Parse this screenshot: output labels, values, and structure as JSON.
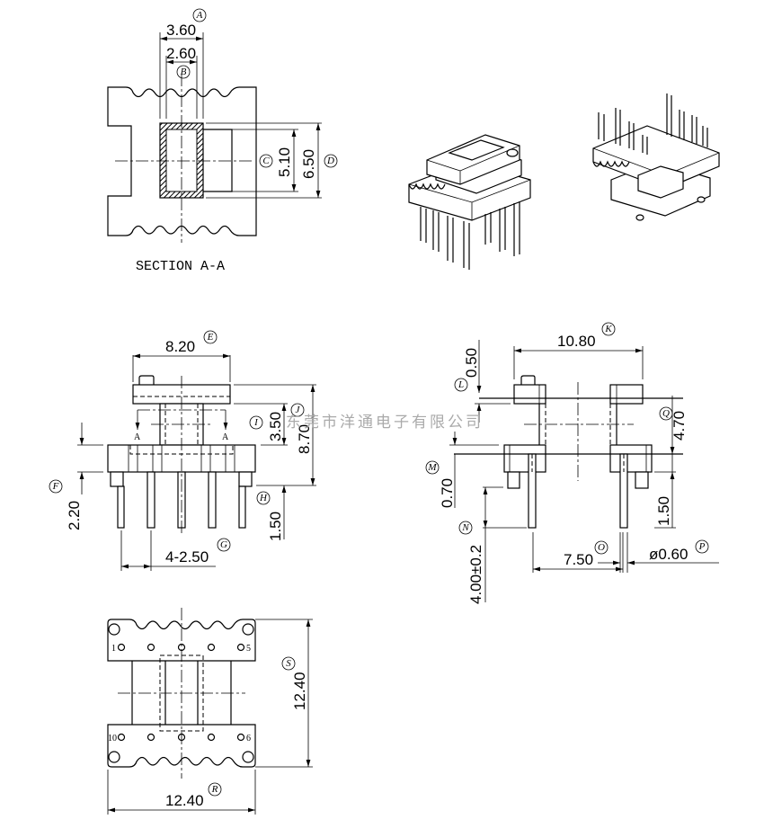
{
  "section": {
    "title": "SECTION A-A",
    "dims": {
      "A": "3.60",
      "B": "2.60",
      "C": "5.10",
      "D": "6.50"
    }
  },
  "front_view": {
    "dims": {
      "E": "8.20",
      "F": "2.20",
      "G": "4-2.50",
      "H": "1.50",
      "I": "3.50",
      "J": "8.70"
    },
    "section_marks": [
      "A",
      "A"
    ]
  },
  "side_view": {
    "dims": {
      "K": "10.80",
      "L": "0.50",
      "M": "0.70",
      "N": "4.00±0.2",
      "O": "7.50",
      "P": "ø0.60",
      "Q": "4.70",
      "Q2": "1.50"
    }
  },
  "bottom_view": {
    "dims": {
      "R": "12.40",
      "S": "12.40"
    },
    "pin_numbers": [
      "1",
      "5",
      "10",
      "6"
    ]
  },
  "callouts": [
    "A",
    "B",
    "C",
    "D",
    "E",
    "F",
    "G",
    "H",
    "I",
    "J",
    "K",
    "L",
    "M",
    "N",
    "O",
    "P",
    "Q",
    "R",
    "S"
  ],
  "watermark": "东莞市洋通电子有限公司"
}
